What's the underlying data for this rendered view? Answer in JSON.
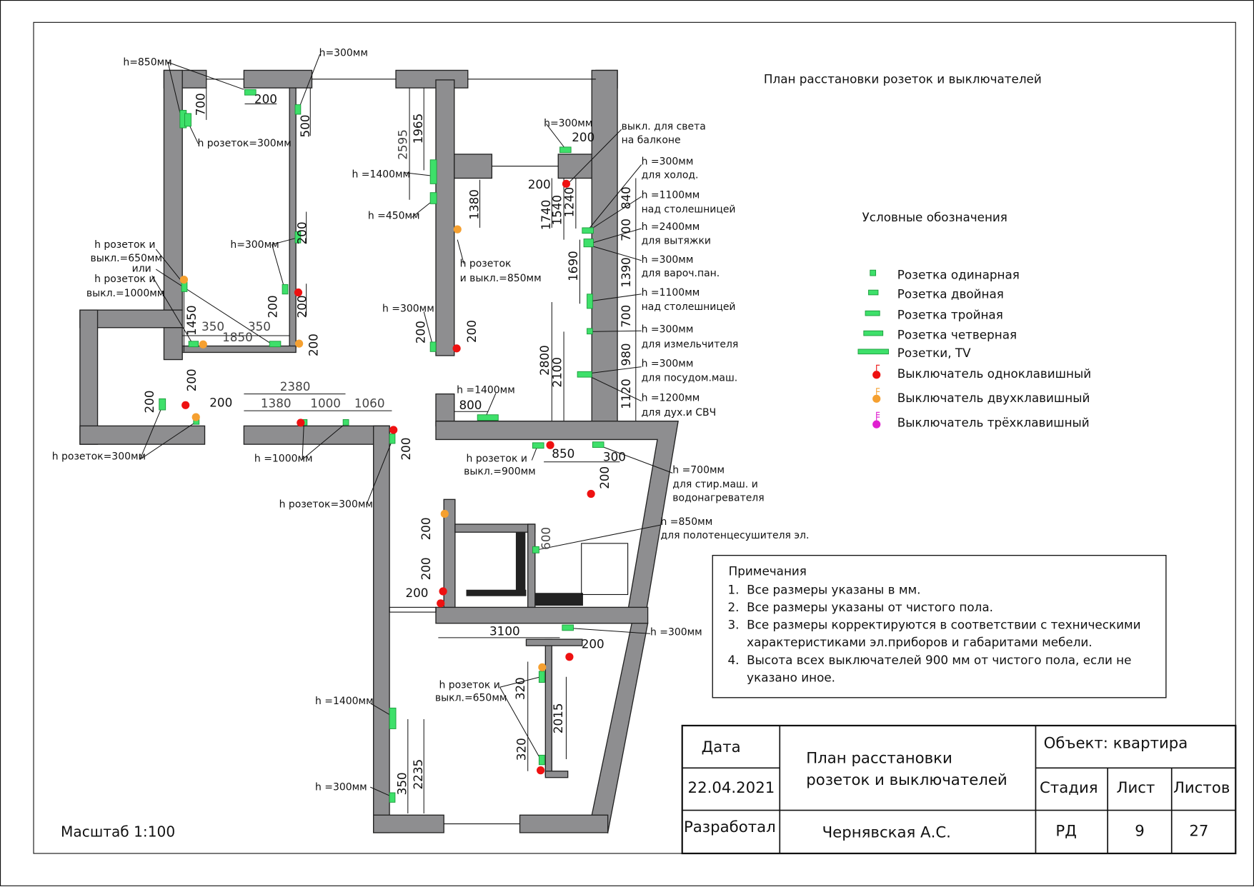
{
  "title": "План расстановки розеток и выключателей",
  "scale": "Масштаб 1:100",
  "legend": {
    "heading": "Условные обозначения",
    "items": [
      {
        "label": "Розетка одинарная",
        "icon": "socket-single-icon"
      },
      {
        "label": "Розетка двойная",
        "icon": "socket-double-icon"
      },
      {
        "label": "Розетка тройная",
        "icon": "socket-triple-icon"
      },
      {
        "label": "Розетка четверная",
        "icon": "socket-quad-icon"
      },
      {
        "label": "Розетки, TV",
        "icon": "socket-tv-icon"
      },
      {
        "label": "Выключатель одноклавишный",
        "icon": "switch-single-icon"
      },
      {
        "label": "Выключатель двухклавишный",
        "icon": "switch-double-icon"
      },
      {
        "label": "Выключатель трёхклавишный",
        "icon": "switch-triple-icon"
      }
    ],
    "colors": {
      "socket": "#3ee06a",
      "switch_single": "#ee1111",
      "switch_double": "#f5a030",
      "switch_triple": "#e020d0",
      "wall": "#8e8e90"
    }
  },
  "notes": {
    "heading": "Примечания",
    "items": [
      "1.  Все размеры указаны в мм.",
      "2.  Все размеры указаны от чистого пола.",
      "3.  Все размеры корректируются в соответствии с техническими",
      "     характеристиками эл.приборов и габаритами мебели.",
      "4.  Высота всех выключателей 900 мм от чистого пола, если не",
      "     указано иное."
    ]
  },
  "title_block": {
    "date_label": "Дата",
    "date": "22.04.2021",
    "developer_label": "Разработал",
    "developer": "Чернявская А.С.",
    "sheet_title_1": "План расстановки",
    "sheet_title_2": "розеток и выключателей",
    "object": "Объект: квартира",
    "stage_label": "Стадия",
    "sheet_label": "Лист",
    "sheets_label": "Листов",
    "stage": "РД",
    "sheet": "9",
    "sheets": "27"
  },
  "labels": [
    "h=850мм",
    "h=300мм",
    "h розеток=300мм",
    "h =1400мм",
    "h =450мм",
    "h=300мм",
    "h розеток и",
    "выкл.=650мм",
    "или",
    "h розеток и",
    "выкл.=1000мм",
    "h =300мм",
    "h розеток",
    "и выкл.=850мм",
    "h=300мм",
    "выкл. для света",
    "на балконе",
    "h =300мм",
    "для холод.",
    "h =1100мм",
    "над столешницей",
    "h =2400мм",
    "для вытяжки",
    "h =300мм",
    "для вароч.пан.",
    "h =1100мм",
    "над столешницей",
    "h =300мм",
    "для измельчителя",
    "h =300мм",
    "для посудом.маш.",
    "h =1200мм",
    "для дух.и СВЧ",
    "h =1400мм",
    "h розеток=300мм",
    "h =1000мм",
    "h розеток=300мм",
    "h розеток и",
    "выкл.=900мм",
    "h =700мм",
    "для стир.маш. и",
    "водонагревателя",
    "h =850мм",
    "для полотенцесушителя эл.",
    "h =300мм",
    "h розеток и",
    "выкл.=650мм",
    "h =1400мм",
    "h =300мм"
  ],
  "dims_h": [
    "200",
    "350",
    "350",
    "1850",
    "2380",
    "1380",
    "1000",
    "1060",
    "200",
    "800",
    "200",
    "200",
    "850",
    "300",
    "3100",
    "200",
    "200"
  ],
  "dims_v": [
    "700",
    "500",
    "2595",
    "1965",
    "200",
    "200",
    "200",
    "1450",
    "200",
    "200",
    "200",
    "200",
    "200",
    "1380",
    "1740",
    "1540",
    "1240",
    "840",
    "700",
    "1690",
    "1390",
    "700",
    "980",
    "2800",
    "2100",
    "1120",
    "200",
    "200",
    "600",
    "200",
    "200",
    "320",
    "2015",
    "320",
    "350",
    "2235"
  ]
}
